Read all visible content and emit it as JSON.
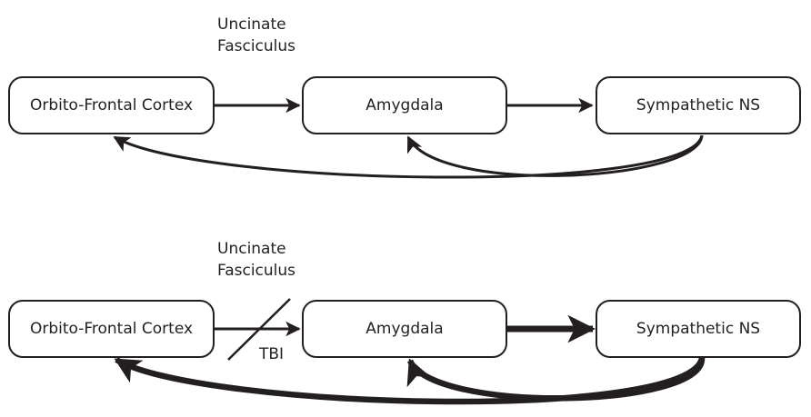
{
  "top_diagram": {
    "pathway_label_line1": "Uncinate",
    "pathway_label_line2": "Fasciculus",
    "node_ofc": "Orbito-Frontal Cortex",
    "node_amygdala": "Amygdala",
    "node_sns": "Sympathetic NS"
  },
  "bottom_diagram": {
    "pathway_label_line1": "Uncinate",
    "pathway_label_line2": "Fasciculus",
    "node_ofc": "Orbito-Frontal Cortex",
    "node_amygdala": "Amygdala",
    "node_sns": "Sympathetic NS",
    "lesion_label": "TBI"
  },
  "colors": {
    "stroke": "#231f20",
    "background": "#ffffff"
  }
}
